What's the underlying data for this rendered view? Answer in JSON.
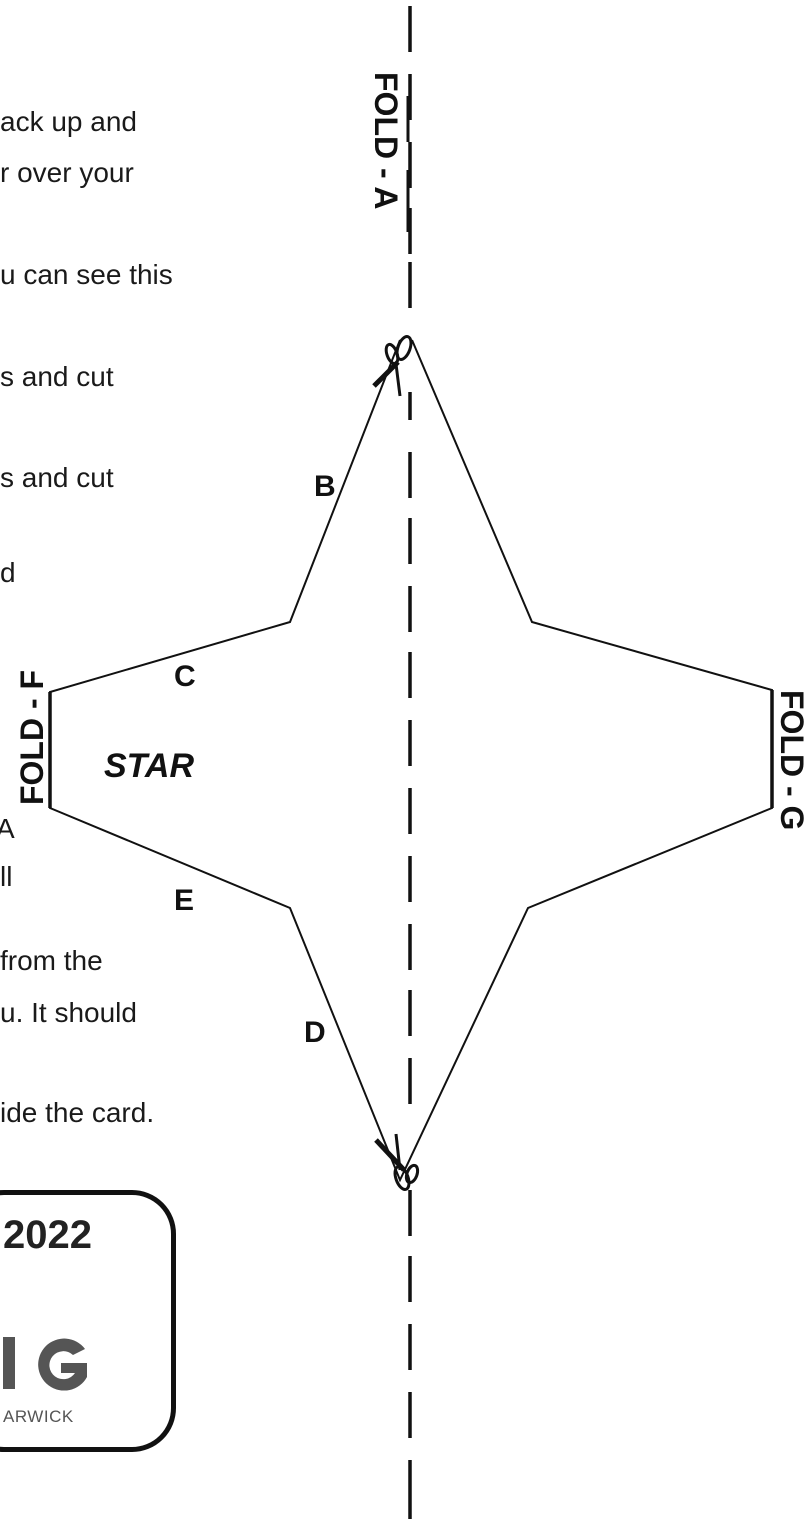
{
  "instructions": [
    {
      "text": "ack up and"
    },
    {
      "text": "r over your"
    },
    {
      "text": "u can see this"
    },
    {
      "text": "s and cut"
    },
    {
      "text": "s and cut"
    },
    {
      "text": "d"
    },
    {
      "text": "A"
    },
    {
      "text": "ll"
    },
    {
      "text": "from the"
    },
    {
      "text": "u. It should"
    },
    {
      "text": "ide the card."
    }
  ],
  "folds": {
    "a": "FOLD - A",
    "f": "FOLD - F",
    "g": "FOLD - G"
  },
  "edges": {
    "b": "B",
    "c": "C",
    "d": "D",
    "e": "E"
  },
  "shape_label": "STAR",
  "info_box": {
    "year": "2022",
    "logo_letters": "IG",
    "logo_sub": "ARWICK"
  },
  "icons": {
    "scissors_top": "scissors-icon",
    "scissors_bottom": "scissors-icon",
    "logo": "logo-icon"
  },
  "colors": {
    "ink": "#111111",
    "logo_gray": "#555555"
  }
}
